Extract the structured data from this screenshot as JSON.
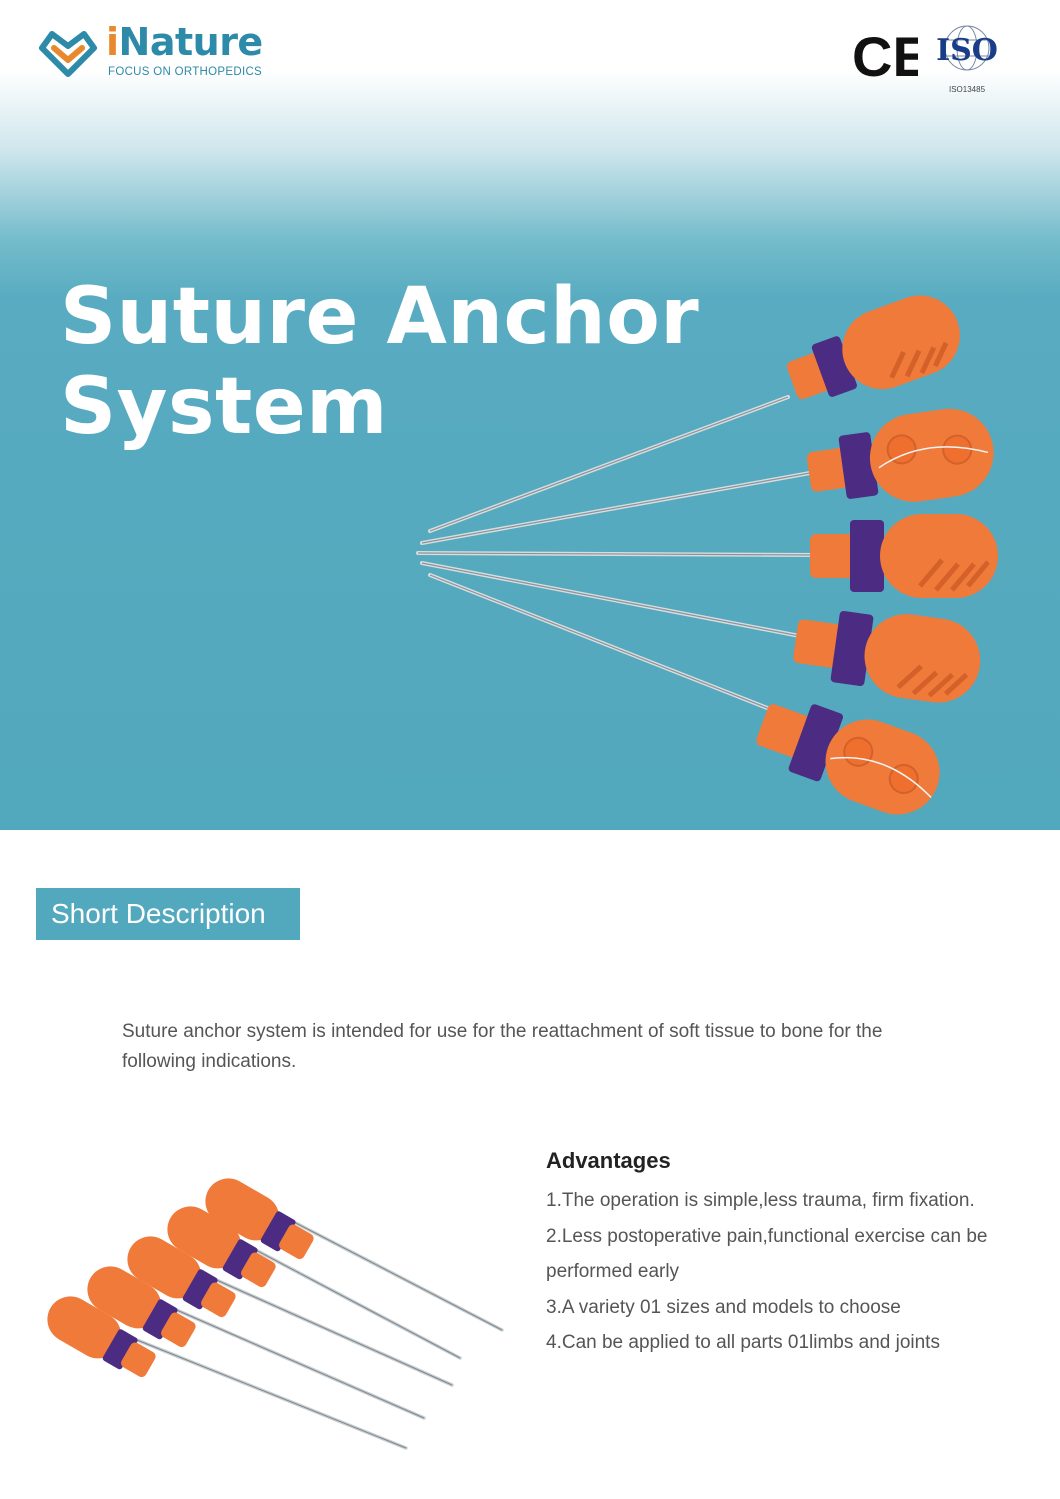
{
  "brand": {
    "name_initial": "i",
    "name_rest": "Nature",
    "tagline": "FOCUS ON ORTHOPEDICS"
  },
  "certifications": {
    "ce": "CE",
    "iso": "ISO",
    "iso_number": "ISO13485"
  },
  "hero": {
    "title_line1": "Suture Anchor",
    "title_line2": "System"
  },
  "short_description": {
    "label": "Short Description",
    "text": "Suture anchor system is intended for use for the reattachment of soft tissue to bone for the following indications."
  },
  "advantages": {
    "title": "Advantages",
    "items": [
      "1.The operation is simple,less trauma, firm fixation.",
      "2.Less postoperative pain,functional exercise can be performed early",
      "3.A variety 01 sizes and models to choose",
      "4.Can be applied to all parts 01limbs and joints"
    ]
  },
  "colors": {
    "accent": "#52a8bd",
    "brand_blue": "#2d8aa8",
    "brand_orange": "#e8892d",
    "handle_orange": "#f07a3a",
    "collar_purple": "#4b2c82"
  }
}
